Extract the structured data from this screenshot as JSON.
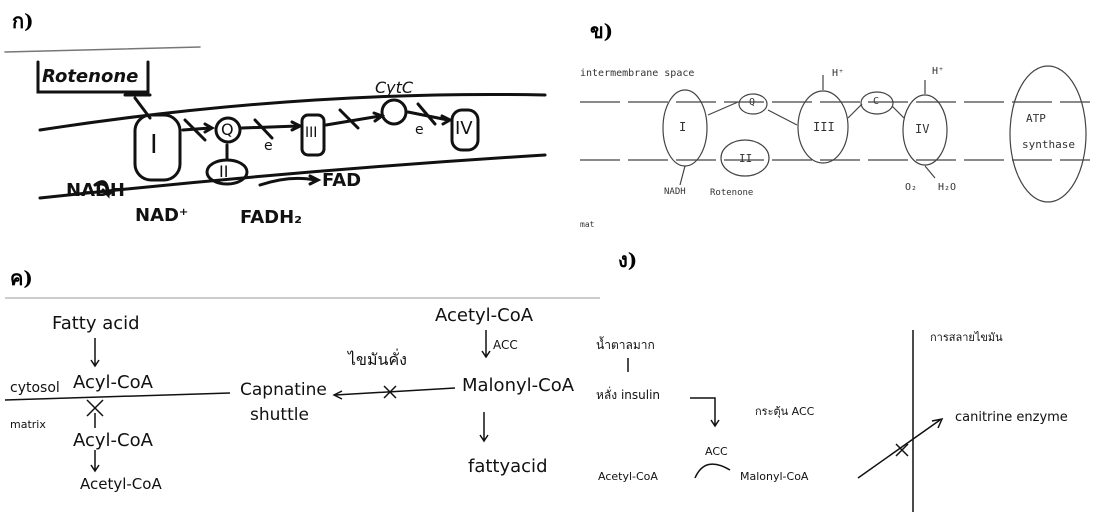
{
  "panels": {
    "a": {
      "label": "ก)",
      "rotenone": "Rotenone",
      "complex_1": "I",
      "complex_2": "II",
      "complex_3": "III",
      "complex_4": "IV",
      "q": "Q",
      "cytc": "CytC",
      "electron": "e",
      "nadh": "NADH",
      "nad": "NAD⁺",
      "fadh2": "FADH₂",
      "fad": "FAD"
    },
    "b": {
      "label": "ข)",
      "intermembrane": "intermembrane space",
      "complex_1": "I",
      "complex_2": "II",
      "complex_3": "III",
      "complex_4": "IV",
      "q": "Q",
      "c": "C",
      "h_plus_1": "H⁺",
      "h_plus_2": "H⁺",
      "atp_synthase_1": "ATP",
      "atp_synthase_2": "synthase",
      "nadh": "NADH",
      "rotenone": "Rotenone",
      "o2": "O₂",
      "h2o": "H₂O",
      "mat": "mat"
    },
    "c": {
      "label": "ค)",
      "fatty_acid": "Fatty acid",
      "acyl_coa_top": "Acyl-CoA",
      "cytosol": "cytosol",
      "matrix": "matrix",
      "acyl_coa_bottom": "Acyl-CoA",
      "acetyl_coa_bottom": "Acetyl-CoA",
      "carnitine_1": "Capnatine",
      "carnitine_2": "shuttle",
      "thai_note": "ไขมันคั่ง",
      "acetyl_coa_top": "Acetyl-CoA",
      "acc": "ACC",
      "malonyl_coa": "Malonyl-CoA",
      "fatty_acid_out": "fattyacid"
    },
    "d": {
      "label": "ง)",
      "sugar": "น้ำตาลมาก",
      "insulin": "หลั่ง insulin",
      "stimulate_acc": "กระตุ้น ACC",
      "acc": "ACC",
      "acetyl_coa": "Acetyl-CoA",
      "malonyl_coa": "Malonyl-CoA",
      "fat_burn": "การสลายไขมัน",
      "carnitine_enzyme": "canitrine enzyme"
    }
  }
}
